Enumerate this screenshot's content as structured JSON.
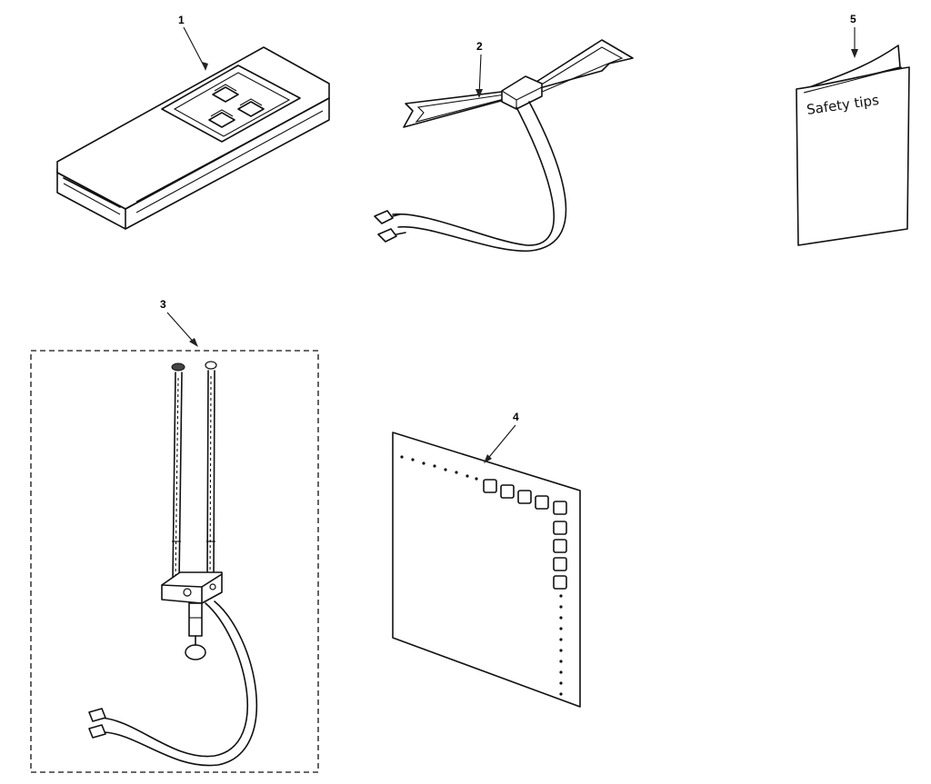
{
  "callouts": {
    "remote": "1",
    "antenna_bowtie": "2",
    "antenna_rod": "3",
    "panel": "4",
    "booklet": "5"
  },
  "booklet": {
    "title": "Safety tips"
  },
  "colors": {
    "ink": "#111111",
    "paper": "#ffffff"
  }
}
